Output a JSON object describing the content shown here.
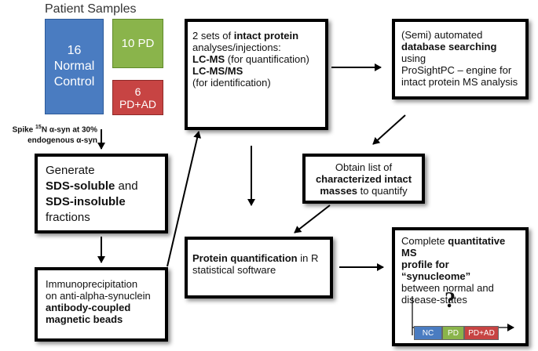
{
  "samples": {
    "title": "Patient Samples",
    "normal_count": "16",
    "normal_label_1": "Normal",
    "normal_label_2": "Control",
    "pd": "10 PD",
    "pdad_count": "6",
    "pdad_label": "PD+AD",
    "colors": {
      "normal": "#4a7cc1",
      "pd": "#8ab44b",
      "pdad": "#c74443"
    }
  },
  "spike": {
    "line1_pre": "Spike ",
    "line1_sup": "15",
    "line1_post": "N α-syn at 30%",
    "line2": "endogenous α-syn"
  },
  "generate": {
    "l1": "Generate",
    "l2_bold": "SDS-soluble",
    "l2_rest": " and",
    "l3_bold": "SDS-insoluble",
    "l4": "fractions"
  },
  "ip": {
    "l1": "Immunoprecipitation",
    "l2": "on anti-alpha-synuclein",
    "l3_bold": "antibody-coupled",
    "l4_bold": "magnetic beads"
  },
  "analyses": {
    "l1_pre": "2 sets of ",
    "l1_bold": "intact protein",
    "l2": "analyses/injections:",
    "l3_bold": "LC-MS",
    "l3_rest": " (for quantification)",
    "l4_bold": "LC-MS/MS",
    "l5": "(for identification)"
  },
  "search": {
    "l1": "(Semi) automated",
    "l2_bold": "database searching",
    "l2_rest": " using",
    "l3": "ProSightPC – engine for",
    "l4": "intact protein MS analysis"
  },
  "obtain": {
    "l1": "Obtain list of",
    "l2_bold": "characterized intact",
    "l3_bold": "masses",
    "l3_rest": " to quantify"
  },
  "quant": {
    "l1_bold": "Protein quantification",
    "l1_rest": " in R",
    "l2": "statistical software"
  },
  "profile": {
    "l1_pre": "Complete ",
    "l1_bold": "quantitative MS",
    "l2_bold": "profile for “synucleome”",
    "l3": "between normal and",
    "l4": "disease-states",
    "question": "?",
    "legend": [
      "NC",
      "PD",
      "PD+AD"
    ]
  }
}
